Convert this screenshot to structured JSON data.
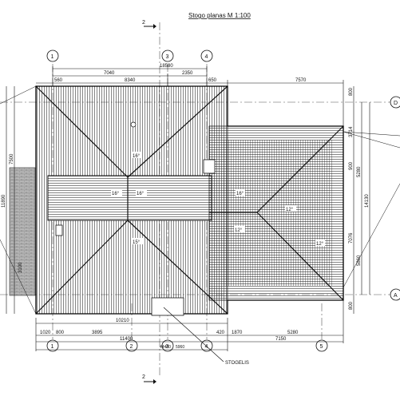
{
  "title": "Stogo planas M 1:100",
  "callout": "STOGELIS",
  "sections": {
    "top": "2",
    "bottom": "2"
  },
  "grid_axes": {
    "bottom": [
      "1",
      "2",
      "3",
      "4",
      "5"
    ],
    "top": [
      "1",
      "3",
      "4"
    ],
    "right": [
      "D",
      "A"
    ]
  },
  "dims_top": {
    "overall": "18580",
    "row2": [
      "7040",
      "2350"
    ],
    "row3": [
      "560",
      "8340",
      "650",
      "7570"
    ]
  },
  "dims_bottom": {
    "row1": [
      "10210"
    ],
    "row2": [
      "1020",
      "800",
      "3895",
      "420",
      "1870",
      "5280"
    ],
    "row3": [
      "11400",
      "7150"
    ],
    "row4": [
      "44480",
      "5960"
    ]
  },
  "dims_left": [
    "11890",
    "7500",
    "3100"
  ],
  "dims_right": [
    "800",
    "3714",
    "900",
    "5280",
    "7076",
    "14130",
    "5860",
    "800"
  ],
  "slopes": [
    "16°",
    "16°",
    "16°",
    "16°",
    "12°",
    "12°",
    "15°",
    "12°"
  ],
  "colors": {
    "line": "#111111",
    "grid": "#555555"
  }
}
